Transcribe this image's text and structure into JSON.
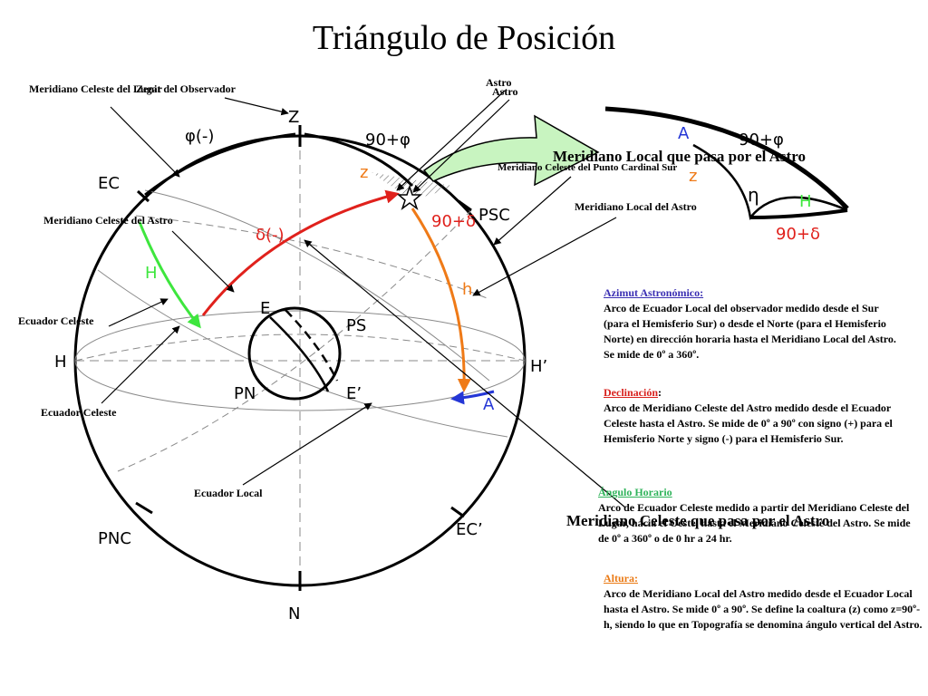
{
  "title": "Triángulo de Posición",
  "colors": {
    "declination_arc": "#e0211c",
    "altitude_arc": "#ef7a17",
    "hour_angle_arc": "#3ee63e",
    "azimuth_arc": "#2436d6",
    "arrow_fill": "#c8f4c0",
    "ink": "#000000"
  },
  "sphere_labels": {
    "z": "Z",
    "n": "N",
    "h_left": "H",
    "h_right": "H’",
    "ec": "EC",
    "ec_prime": "EC’",
    "pnc": "PNC",
    "psc": "PSC",
    "e": "E",
    "e_prime": "E’",
    "pn": "PN",
    "ps": "PS",
    "phi_neg": "φ(-)",
    "ninety_phi": "90+φ",
    "z_small": "z",
    "delta_neg": "δ(-)",
    "ninety_delta": "90+δ",
    "h_green": "H",
    "h_orange": "h",
    "a_blue": "A"
  },
  "triangle_labels": {
    "a": "A",
    "ninety_phi": "90+φ",
    "z": "z",
    "eta": "η",
    "h": "H",
    "ninety_delta": "90+δ"
  },
  "callouts": {
    "meridiano_celeste_lugar": "Meridiano Celeste del Lugar",
    "zenit_observador": "Zenit del Observador",
    "astro_1": "Astro",
    "astro_2": "Astro",
    "meridiano_local_grande": "Meridiano Local que pasa por el Astro",
    "meridiano_celeste_punto_cardinal": "Meridiano Celeste del Punto Cardinal Sur",
    "meridiano_local_astro": "Meridiano Local del Astro",
    "meridiano_celeste_astro": "Meridiano Celeste del Astro",
    "ecuador_celeste_1": "Ecuador Celeste",
    "ecuador_celeste_2": "Ecuador Celeste",
    "ecuador_local": "Ecuador Local",
    "meridiano_celeste_grande": "Meridiano Celeste que pasa por el Astro"
  },
  "definitions": {
    "azimut": {
      "heading": "Azimut Astronómico:",
      "body": "Arco de Ecuador Local del observador medido desde el Sur (para el Hemisferio Sur) o desde el Norte (para el Hemisferio Norte) en dirección horaria hasta el Meridiano Local del Astro. Se mide de 0º a 360º."
    },
    "declinacion": {
      "heading": "Declinación",
      "colon": ":",
      "body": "Arco de Meridiano Celeste del Astro medido desde el Ecuador Celeste hasta el Astro. Se mide de 0º a 90º con signo (+) para el Hemisferio Norte y signo (-) para el Hemisferio Sur."
    },
    "angulo_horario": {
      "heading": "Ángulo Horario",
      "body": "Arco de Ecuador Celeste medido a partir del Meridiano Celeste del Lugar, hacia el Oeste, hasta el Meridiano Celeste del Astro. Se mide de 0º a 360º o de 0 hr a 24 hr."
    },
    "altura": {
      "heading": "Altura:",
      "body": "Arco de Meridiano Local del Astro medido desde el Ecuador Local hasta el Astro. Se mide 0º a 90º. Se define la coaltura (z) como z=90º-h, siendo lo que en Topografía se denomina ángulo vertical del Astro."
    }
  }
}
